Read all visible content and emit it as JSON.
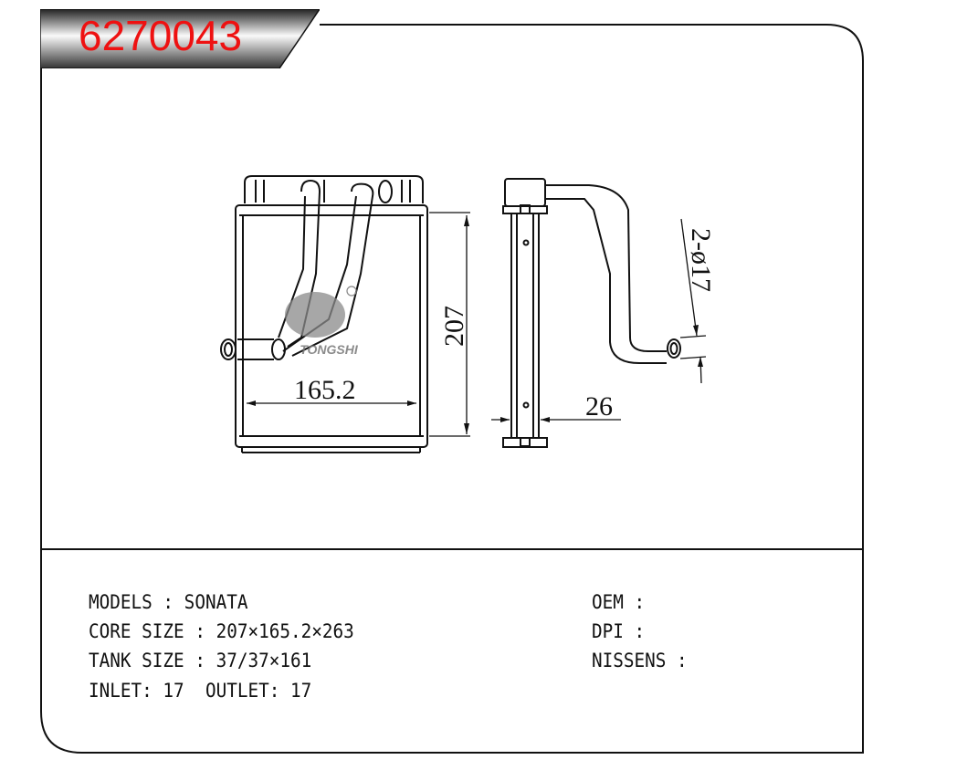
{
  "part_number": "6270043",
  "watermark": "TONGSHI",
  "dimensions": {
    "width": "165.2",
    "height": "207",
    "depth": "26",
    "pipes": "2-ø17"
  },
  "specs_left": [
    "MODELS : SONATA",
    "CORE SIZE : 207×165.2×263",
    "TANK SIZE : 37/37×161",
    "INLET: 17  OUTLET: 17"
  ],
  "specs_right": [
    "OEM :",
    "DPI :",
    "NISSENS :"
  ]
}
